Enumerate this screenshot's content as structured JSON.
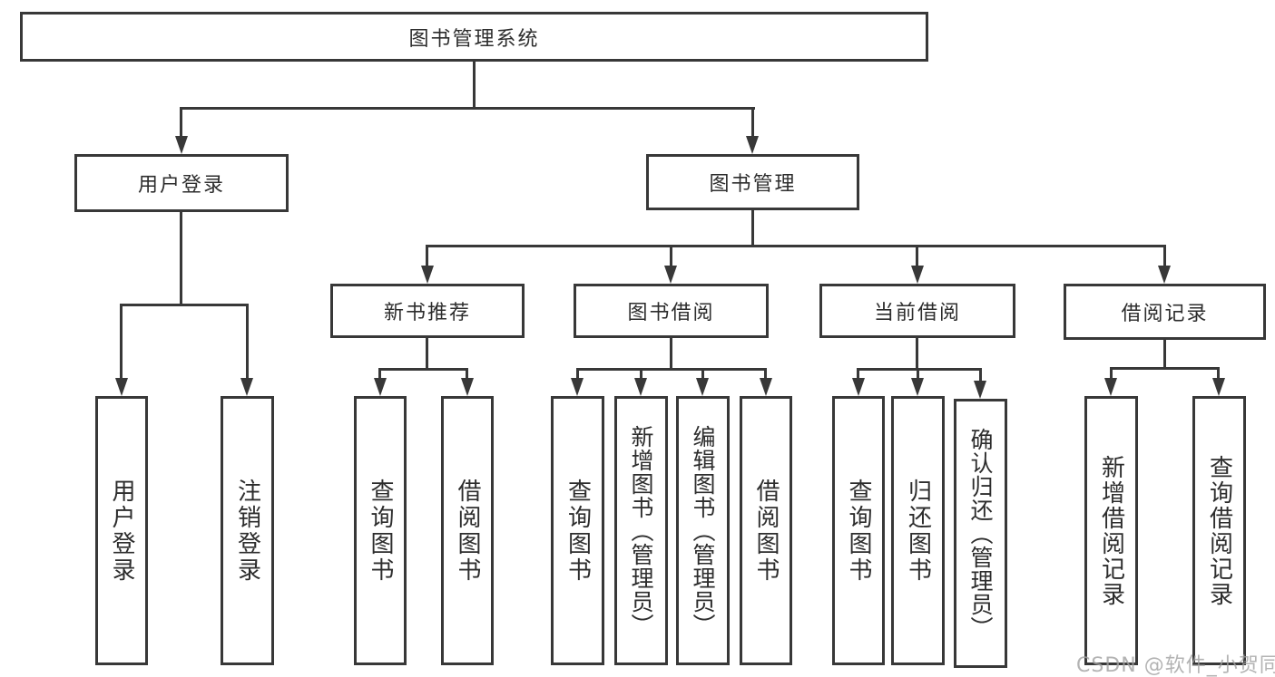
{
  "diagram_title": "图书管理系统",
  "watermark": "CSDN @软件_小贺同学",
  "colors": {
    "line": "#383838",
    "text": "#2d2d2d",
    "watermark": "#a0a0a0",
    "background": "#ffffff"
  },
  "nodes": {
    "root": {
      "label": "图书管理系统"
    },
    "user_login": {
      "label": "用户登录"
    },
    "book_management": {
      "label": "图书管理"
    },
    "new_book_recommend": {
      "label": "新书推荐"
    },
    "book_borrow": {
      "label": "图书借阅"
    },
    "current_borrow": {
      "label": "当前借阅"
    },
    "borrow_records": {
      "label": "借阅记录"
    },
    "user_login_leaf": {
      "label": "用户登录"
    },
    "logout_leaf": {
      "label": "注销登录"
    },
    "query_books_nb": {
      "label": "查询图书"
    },
    "borrow_books_nb": {
      "label": "借阅图书"
    },
    "query_books_bb": {
      "label": "查询图书"
    },
    "add_books_admin": {
      "label": "新增图书（管理员）"
    },
    "edit_books_admin": {
      "label": "编辑图书（管理员）"
    },
    "borrow_books_bb": {
      "label": "借阅图书"
    },
    "query_books_cb": {
      "label": "查询图书"
    },
    "return_books": {
      "label": "归还图书"
    },
    "confirm_return_admin": {
      "label": "确认归还（管理员）"
    },
    "add_borrow_record": {
      "label": "新增借阅记录"
    },
    "query_borrow_record": {
      "label": "查询借阅记录"
    }
  }
}
